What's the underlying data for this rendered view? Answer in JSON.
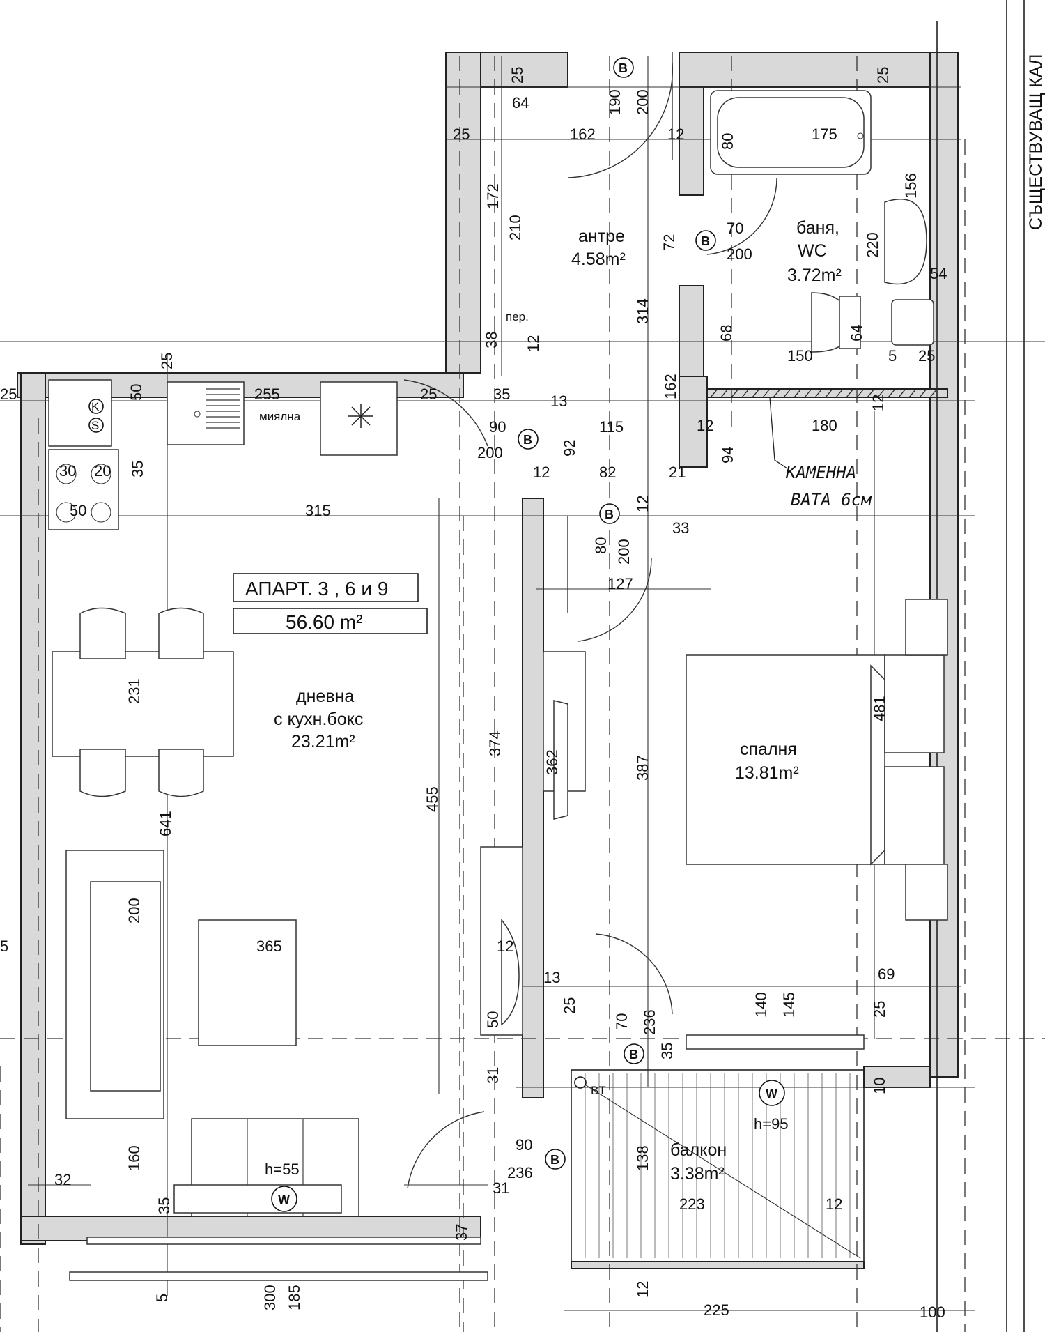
{
  "apartment": {
    "label": "АПАРТ. 3 , 6 и 9",
    "area": "56.60 m²"
  },
  "rooms": {
    "living": {
      "name": "дневна",
      "name2": "с кухн.бокс",
      "area": "23.21m²"
    },
    "hall": {
      "name": "антре",
      "area": "4.58m²"
    },
    "bath": {
      "name": "баня,",
      "name2": "WC",
      "area": "3.72m²"
    },
    "bedroom": {
      "name": "спалня",
      "area": "13.81m²"
    },
    "balcony": {
      "name": "балкон",
      "area": "3.38m²"
    }
  },
  "fixtures": {
    "sink_label": "миялна",
    "stove_k": "K",
    "stove_s": "S",
    "hood_label": "пер."
  },
  "annotations": {
    "handwritten_line1": "КАМЕННА",
    "handwritten_line2": "ВАТА 6см",
    "street_label": "СЪЩЕСТВУВАЩ КАЛ",
    "window_h_living": "h=55",
    "window_h_balcony": "h=95",
    "bt_label": "BT"
  },
  "markers": {
    "door": "B",
    "window": "W"
  },
  "dimensions": {
    "d25a": "25",
    "d64": "64",
    "d190": "190",
    "d200a": "200",
    "d25b": "25",
    "d25c": "25",
    "d162a": "162",
    "d12a": "12",
    "d80a": "80",
    "d175": "175",
    "d172": "172",
    "d210": "210",
    "d72": "72",
    "d70a": "70",
    "d200b": "200",
    "d156": "156",
    "d220": "220",
    "d54": "54",
    "d314": "314",
    "d68": "68",
    "d64b": "64",
    "d38": "38",
    "d12b": "12",
    "d150": "150",
    "d5a": "5",
    "d25d": "25",
    "d25e": "25",
    "d50a": "50",
    "d255": "255",
    "d25f": "25",
    "d35a": "35",
    "d13a": "13",
    "d162b": "162",
    "d12c": "12",
    "d25g": "25",
    "d90a": "90",
    "d200c": "200",
    "d92": "92",
    "d115": "115",
    "d12d": "12",
    "d180": "180",
    "d94": "94",
    "d30": "30",
    "d20": "20",
    "d35b": "35",
    "d12e": "12",
    "d82": "82",
    "d21": "21",
    "d50b": "50",
    "d315": "315",
    "d12f": "12",
    "d33": "33",
    "d80b": "80",
    "d200d": "200",
    "d127": "127",
    "d231": "231",
    "d374": "374",
    "d481": "481",
    "d362": "362",
    "d387": "387",
    "d641": "641",
    "d455": "455",
    "d200e": "200",
    "d365": "365",
    "d12g": "12",
    "d13b": "13",
    "d69": "69",
    "d140": "140",
    "d145": "145",
    "d25h": "25",
    "d5b": "5",
    "d25i": "25",
    "d70b": "70",
    "d236a": "236",
    "d50c": "50",
    "d35c": "35",
    "d31a": "31",
    "d10": "10",
    "d90b": "90",
    "d236b": "236",
    "d31b": "31",
    "d138": "138",
    "d223": "223",
    "d12h": "12",
    "d32": "32",
    "d160": "160",
    "d35d": "35",
    "d37": "37",
    "d5c": "5",
    "d300": "300",
    "d185": "185",
    "d12i": "12",
    "d225": "225",
    "d100": "100"
  }
}
